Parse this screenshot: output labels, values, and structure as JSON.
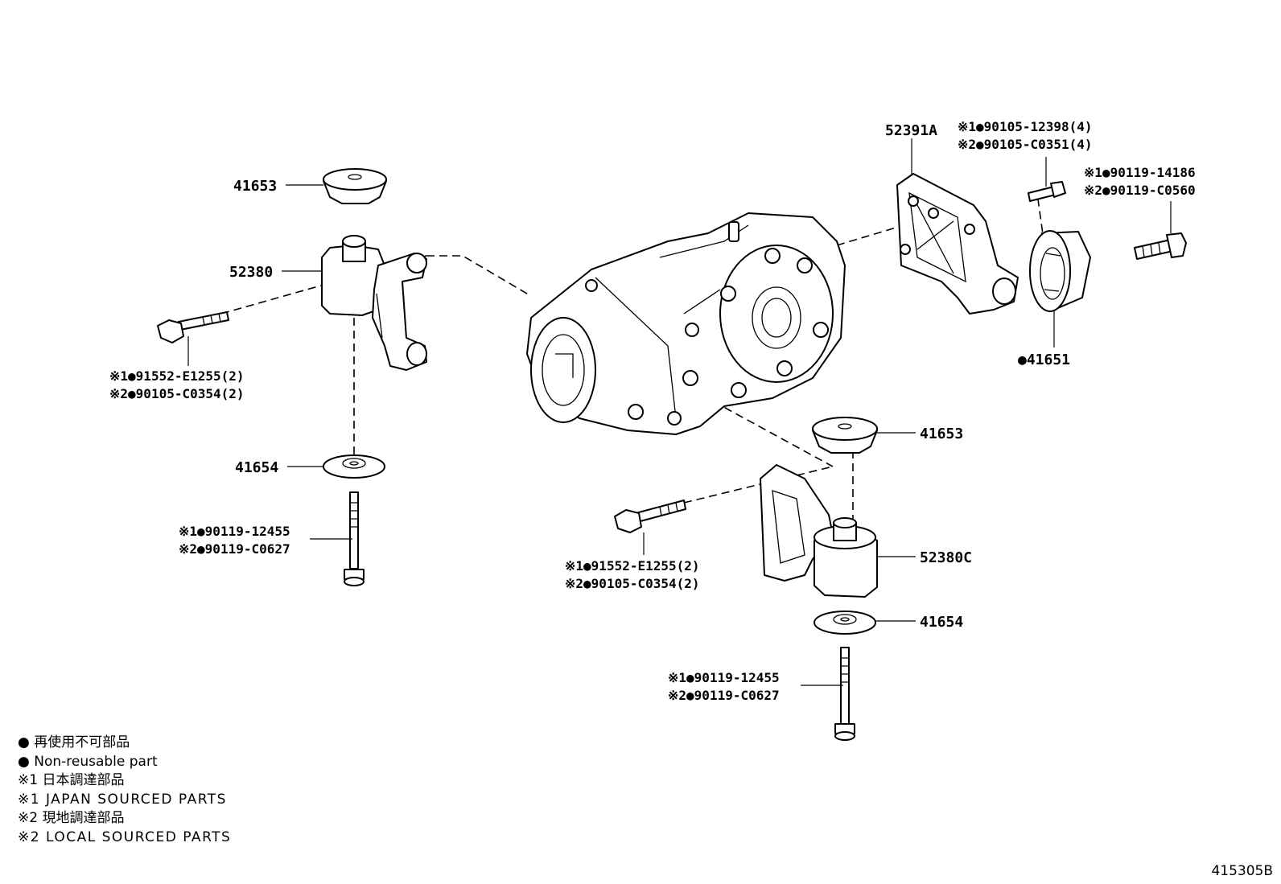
{
  "labels": {
    "cover_upper_left": "41653",
    "mount_left": "52380",
    "bolt_left_j": "※1●91552-E1255(2)",
    "bolt_left_l": "※2●90105-C0354(2)",
    "washer_left": "41654",
    "stud_left_j": "※1●90119-12455",
    "stud_left_l": "※2●90119-C0627",
    "bracket_rear": "52391A",
    "bolt_rear_j": "※1●90105-12398(4)",
    "bolt_rear_l": "※2●90105-C0351(4)",
    "bolt_far_j": "※1●90119-14186",
    "bolt_far_l": "※2●90119-C0560",
    "bushing_rear": "●41651",
    "cover_right": "41653",
    "mount_right": "52380C",
    "bolt_right_j": "※1●91552-E1255(2)",
    "bolt_right_l": "※2●90105-C0354(2)",
    "washer_right": "41654",
    "stud_right_j": "※1●90119-12455",
    "stud_right_l": "※2●90119-C0627"
  },
  "legend": {
    "line1": "● 再使用不可部品",
    "line2": "● Non-reusable part",
    "line3": "※1 日本調達部品",
    "line4": "※1 JAPAN SOURCED PARTS",
    "line5": "※2 現地調達部品",
    "line6": "※2 LOCAL SOURCED PARTS"
  },
  "diagram_number": "415305B"
}
